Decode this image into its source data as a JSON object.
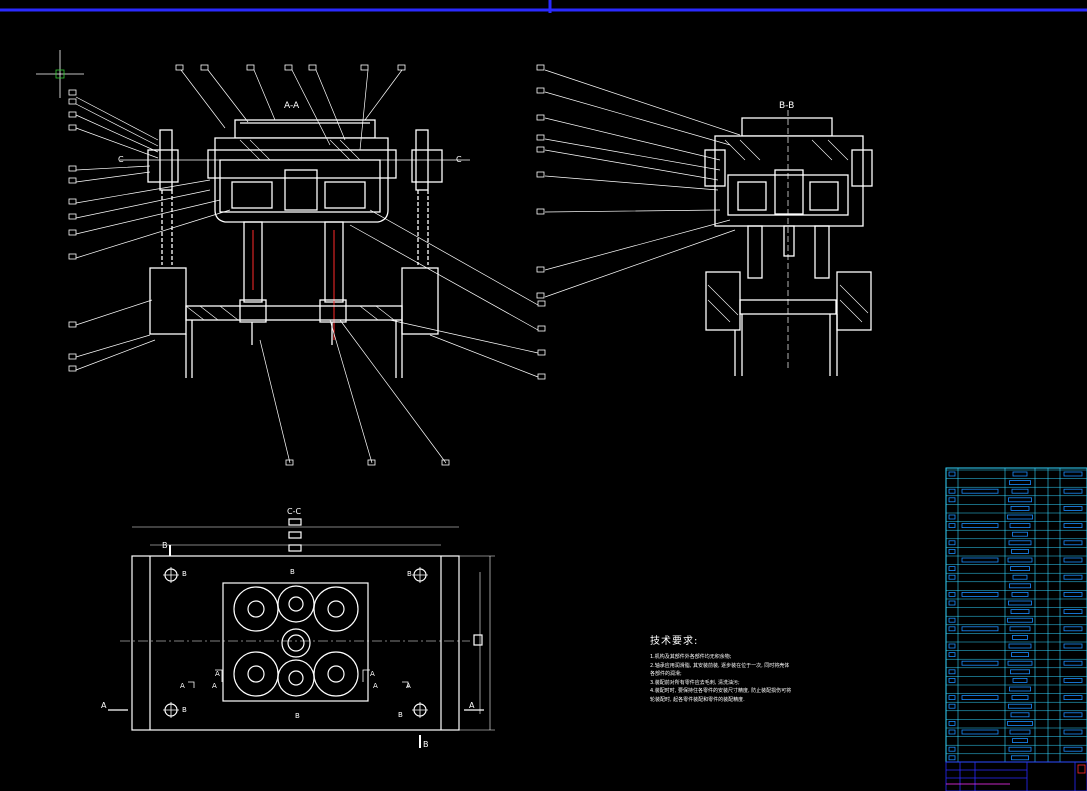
{
  "colors": {
    "background": "#000000",
    "line": "#ffffff",
    "frame": "#2a2aff",
    "table_grid": "#33d6ff",
    "table_cell": "#1a8cff",
    "red_axis": "#ff2a2a",
    "magenta": "#ff33ff"
  },
  "views": {
    "section_aa": "A-A",
    "section_bb": "B-B",
    "section_cc": "C-C"
  },
  "markers": {
    "a": "A",
    "b": "B",
    "c": "C"
  },
  "tech_requirements": {
    "title": "技术要求:",
    "lines": [
      "1.机构及其部件外各部件均无积余物;",
      "2.轴承应用润滑脂, 其安装前装, 逐步装在位于一次, 同时将壳体",
      "   各部件的润滑;",
      "3.装配前对所有零件应去毛刺, 清洗油污;",
      "4.装配时时, 要保持住各零件的安装尺寸精度, 防止装配损伤可将",
      "   轮装配时, 起各零件装配和零件的装配精度."
    ]
  }
}
